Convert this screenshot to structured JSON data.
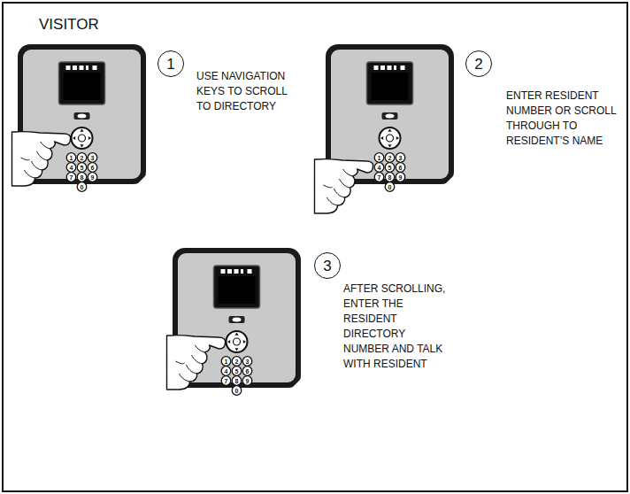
{
  "diagram": {
    "nodes": [
      {
        "text": [
          "VISITOR"
        ]
      },
      {
        "text": [
          "1"
        ],
        "in": 0
      },
      {
        "text": [
          "2"
        ],
        "in": 0
      },
      {
        "text": [
          "3"
        ],
        "in": 0
      }
    ],
    "labels": [
      "USE NAVIGATION KEYS TO SCROLL TO DIRECTORY",
      "ENTER RESIDENT NUMBER OR SCROLL THROUGH TO RESIDENT’S NAME",
      "AFTER SCROLLING, ENTER THE RESIDENT DIRECTORY NUMBER AND TALK WITH RESIDENT",
      "1",
      "2",
      "3",
      "4",
      "5",
      "6",
      "7",
      "8",
      "9",
      "0",
      "1",
      "2",
      "3",
      "4",
      "5",
      "6",
      "7",
      "8",
      "9",
      "0",
      "1",
      "2",
      "3",
      "4",
      "5",
      "6",
      "7",
      "8",
      "9",
      "0"
    ]
  }
}
